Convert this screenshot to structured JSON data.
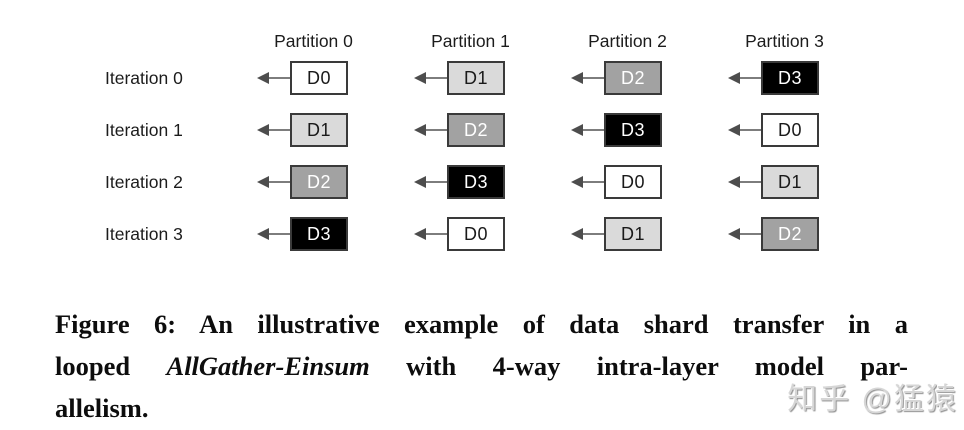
{
  "diagram": {
    "partitions": [
      "Partition 0",
      "Partition 1",
      "Partition 2",
      "Partition 3"
    ],
    "shades": {
      "D0": {
        "bg": "#ffffff",
        "fg": "#1a1a1a"
      },
      "D1": {
        "bg": "#dadada",
        "fg": "#1a1a1a"
      },
      "D2": {
        "bg": "#a2a2a2",
        "fg": "#ffffff"
      },
      "D3": {
        "bg": "#000000",
        "fg": "#ffffff"
      }
    },
    "border_color": "#3a3a3a",
    "arrow_head_color": "#4d4d4d",
    "arrow_line_color": "#7d7d7d",
    "rows": [
      {
        "iteration": "Iteration 0",
        "cells": [
          {
            "label": "D0"
          },
          {
            "label": "D1"
          },
          {
            "label": "D2"
          },
          {
            "label": "D3"
          }
        ]
      },
      {
        "iteration": "Iteration 1",
        "cells": [
          {
            "label": "D1"
          },
          {
            "label": "D2"
          },
          {
            "label": "D3"
          },
          {
            "label": "D0"
          }
        ]
      },
      {
        "iteration": "Iteration 2",
        "cells": [
          {
            "label": "D2"
          },
          {
            "label": "D3"
          },
          {
            "label": "D0"
          },
          {
            "label": "D1"
          }
        ]
      },
      {
        "iteration": "Iteration 3",
        "cells": [
          {
            "label": "D3"
          },
          {
            "label": "D0"
          },
          {
            "label": "D1"
          },
          {
            "label": "D2"
          }
        ]
      }
    ]
  },
  "caption": {
    "lines": [
      {
        "text": "Figure 6: An illustrative example of data shard transfer in a"
      },
      {
        "pre": "looped ",
        "italic": "AllGather-Einsum",
        "post": " with 4-way intra-layer model par-"
      },
      {
        "text": "allelism."
      }
    ]
  },
  "watermark": "知乎 @猛猿"
}
